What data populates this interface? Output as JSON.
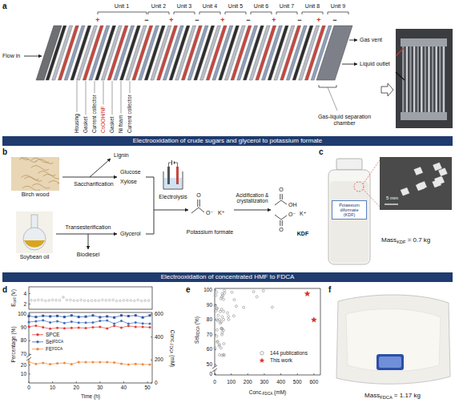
{
  "diagram": {
    "nodes": [
      {
        "text": [
          "Electrooxidation of crude sugars and glycerol to potassium formate"
        ]
      },
      {
        "text": [
          "Electrooxidation of concentrated HMF to FDCA"
        ]
      },
      {
        "text": [
          "Birch wood"
        ]
      },
      {
        "text": [
          "Soybean oil"
        ]
      },
      {
        "text": [
          "Potassium diformate (KDF)"
        ]
      }
    ],
    "labels": [
      "a",
      "Unit 1",
      "Unit 2",
      "Unit 3",
      "Unit 4",
      "Unit 5",
      "Unit 6",
      "Unit 7",
      "Unit 8",
      "Unit 9",
      "+",
      "−",
      "+",
      "−",
      "+",
      "−",
      "+",
      "−",
      "+",
      "−",
      "Flow in",
      "Housing",
      "Gasket",
      "Current collector",
      "CoOOH/NF",
      "Gasket",
      "Ni foam",
      "Current collector",
      "Gas-liquid separation chamber",
      "Gas vent",
      "Liquid outlet",
      "b",
      "Lignin",
      "Saccharification",
      "Glucose",
      "Xylose",
      "Transesterification",
      "Biodiesel",
      "Glycerol",
      "Electrolysis",
      "K⁺",
      "Potassium formate",
      "Acidification & crystallization",
      "K⁺",
      "KDF",
      "c",
      "5 mm",
      "Mass",
      "KDF",
      "= 0.7 kg",
      "d",
      "E",
      "cell",
      "(V)",
      "4",
      "2",
      "Percentage (%)",
      "100",
      "90",
      "80",
      "70",
      "20",
      "10",
      "0",
      "10",
      "20",
      "30",
      "40",
      "50",
      "Time (h)",
      "Conc.",
      "FDCA",
      "(mM)",
      "600",
      "400",
      "200",
      "0",
      "FDCA",
      "FDCA",
      "e",
      "Sel",
      "FDCA",
      "(%)",
      "100",
      "90",
      "80",
      "70",
      "60",
      "50",
      "0",
      "0",
      "100",
      "200",
      "300",
      "400",
      "500",
      "600",
      "Conc.",
      "FDCA",
      "(mM)",
      "f",
      "Mass",
      "FDCA",
      "= 1.17 kg",
      "O",
      "O⁻",
      "O",
      "OH",
      "O",
      "O⁻"
    ],
    "legend": [
      {
        "text": "SPCE",
        "color": "#e0403a"
      },
      {
        "text": "Sel",
        "color": "#3a6fc2"
      },
      {
        "text": "FE",
        "color": "#f08a3a"
      },
      {
        "text": "144 publications",
        "color": "#8a8a8a"
      },
      {
        "text": "This work",
        "color": "#d8342a"
      }
    ]
  }
}
